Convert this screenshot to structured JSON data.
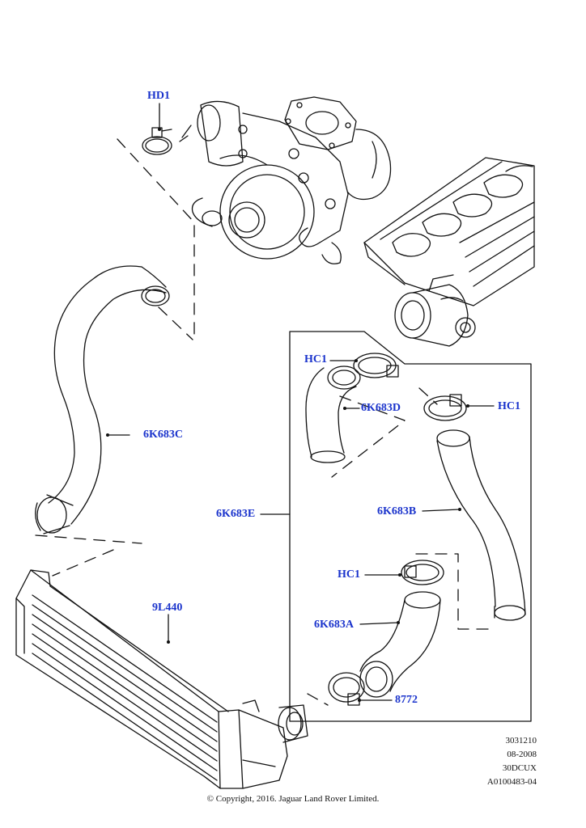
{
  "labels": {
    "hd1": "HD1",
    "hc1_top_left": "HC1",
    "hc1_top_right": "HC1",
    "hc1_lower": "HC1",
    "p6k683c": "6K683C",
    "p6k683d": "6K683D",
    "p6k683e": "6K683E",
    "p6k683b": "6K683B",
    "p6k683a": "6K683A",
    "p9l440": "9L440",
    "p8772": "8772"
  },
  "meta": {
    "line1": "3031210",
    "line2": "08-2008",
    "line3": "30DCUX",
    "line4": "A0100483-04"
  },
  "copyright": "© Copyright, 2016. Jaguar Land Rover Limited.",
  "colors": {
    "label": "#1a33cc",
    "line": "#111111"
  }
}
